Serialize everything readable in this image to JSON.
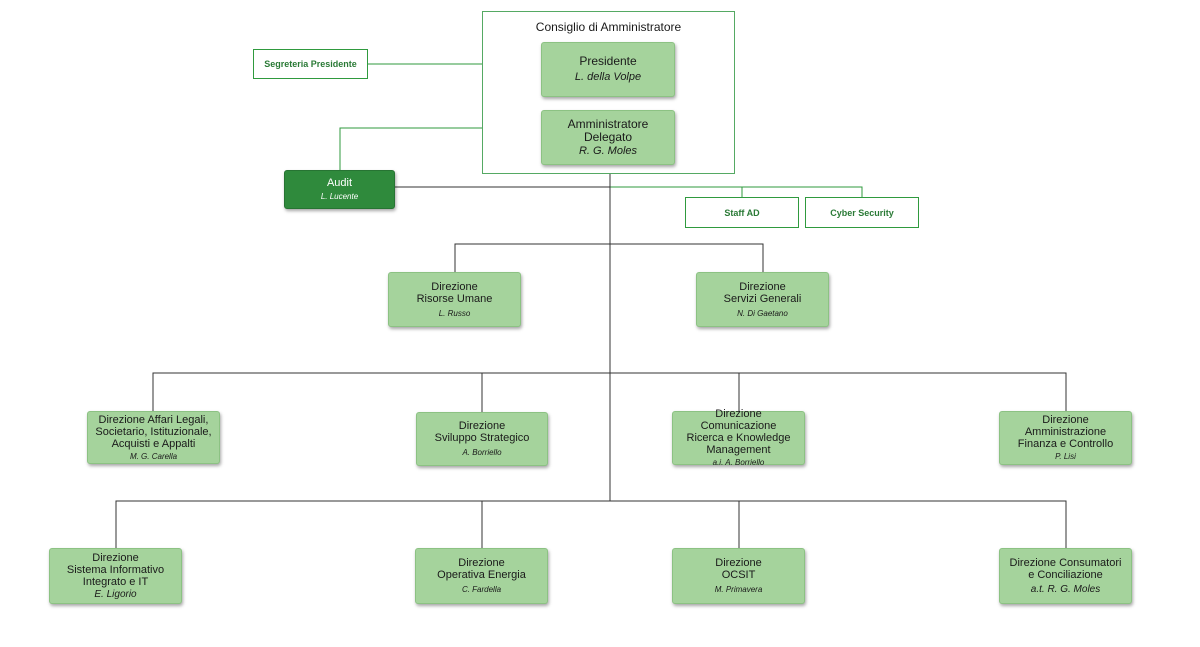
{
  "board": {
    "title": "Consiglio di Amministratore"
  },
  "president": {
    "title": "Presidente",
    "name": "L. della Volpe"
  },
  "ceo": {
    "title": "Amministratore\nDelegato",
    "name": "R. G. Moles"
  },
  "segreteria": {
    "label": "Segreteria Presidente"
  },
  "audit": {
    "title": "Audit",
    "name": "L. Lucente"
  },
  "staff": [
    {
      "label": "Staff AD"
    },
    {
      "label": "Cyber Security"
    }
  ],
  "level1": [
    {
      "title": "Direzione\nRisorse Umane",
      "name": "L. Russo"
    },
    {
      "title": "Direzione\nServizi Generali",
      "name": "N. Di Gaetano"
    }
  ],
  "level2": [
    {
      "title": "Direzione Affari Legali,\nSocietario, Istituzionale,\nAcquisti e Appalti",
      "name": "M. G. Carella"
    },
    {
      "title": "Direzione\nSviluppo Strategico",
      "name": "A. Borriello"
    },
    {
      "title": "Direzione  Comunicazione\nRicerca e Knowledge\nManagement",
      "name": "a.i. A. Borriello"
    },
    {
      "title": "Direzione\nAmministrazione\nFinanza e Controllo",
      "name": "P. Lisi"
    }
  ],
  "level3": [
    {
      "title": "Direzione\nSistema Informativo\nIntegrato e IT",
      "name": "E. Ligorio"
    },
    {
      "title": "Direzione\nOperativa Energia",
      "name": "C. Fardella"
    },
    {
      "title": "Direzione\nOCSIT",
      "name": "M. Primavera"
    },
    {
      "title": "Direzione Consumatori\ne Conciliazione",
      "name": "a.t. R. G. Moles"
    }
  ]
}
